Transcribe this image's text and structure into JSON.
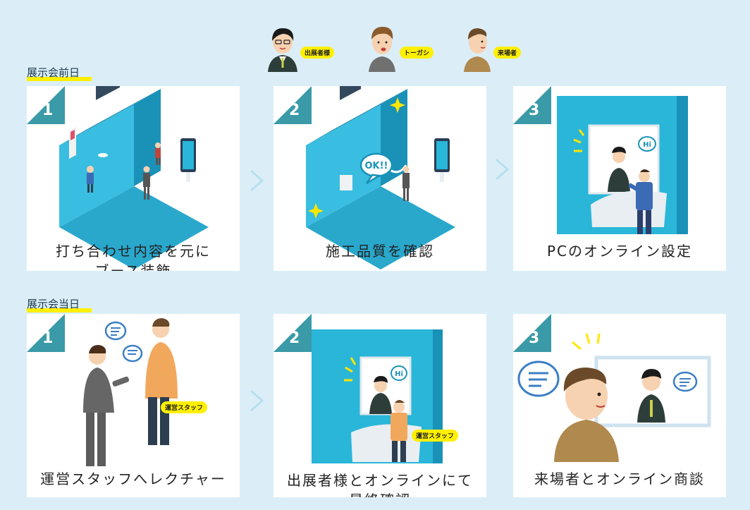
{
  "legend": {
    "personas": [
      {
        "label": "出展者様"
      },
      {
        "label": "トーガシ"
      },
      {
        "label": "来場者"
      }
    ]
  },
  "sections": [
    {
      "title": "展示会前日",
      "steps": [
        {
          "num": "1",
          "caption_lines": [
            "打ち合わせ内容を元に",
            "ブース装飾"
          ]
        },
        {
          "num": "2",
          "caption_lines": [
            "施工品質を確認"
          ],
          "bubble": "OK!!"
        },
        {
          "num": "3",
          "caption_lines": [
            "PCのオンライン設定"
          ],
          "bubble": "Hi"
        }
      ]
    },
    {
      "title": "展示会当日",
      "steps": [
        {
          "num": "1",
          "caption_lines": [
            "運営スタッフへレクチャー"
          ],
          "tag": "運営スタッフ"
        },
        {
          "num": "2",
          "caption_lines": [
            "出展者様とオンラインにて",
            "最終確認"
          ],
          "tag": "運営スタッフ",
          "bubble": "Hi"
        },
        {
          "num": "3",
          "caption_lines": [
            "来場者とオンライン商談"
          ]
        }
      ]
    }
  ],
  "colors": {
    "background": "#dbeef7",
    "card": "#ffffff",
    "step_badge": "#3a9aa8",
    "accent": "#29b6d8",
    "highlight": "#fff000",
    "arrow": "#b7dff0"
  }
}
